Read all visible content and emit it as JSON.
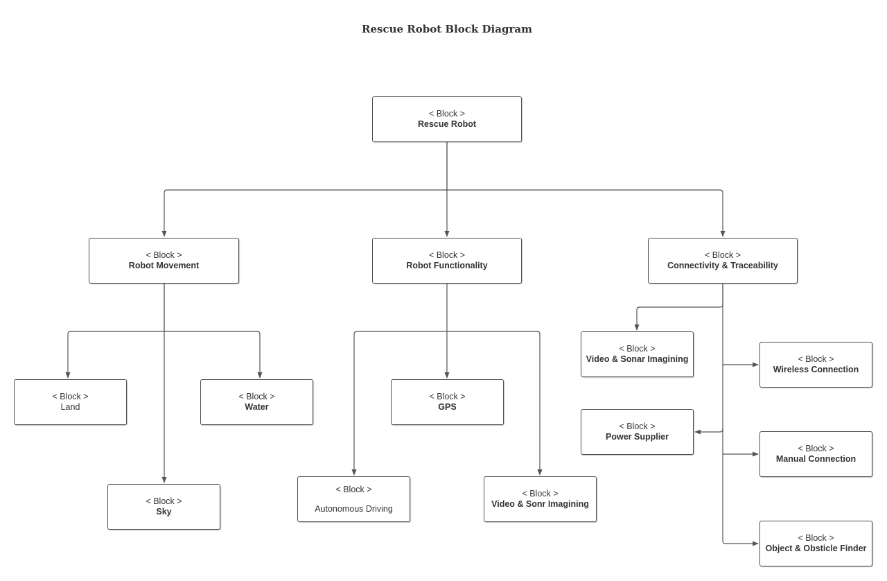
{
  "title": "Rescue Robot Block Diagram",
  "stereotype": "< Block >",
  "blocks": {
    "rescue_robot": "Rescue Robot",
    "robot_movement": "Robot Movement",
    "robot_functionality": "Robot Functionality",
    "connectivity": "Connectivity & Traceability",
    "land": "Land",
    "water": "Water",
    "sky": "Sky",
    "gps": "GPS",
    "autonomous_driving": "Autonomous Driving",
    "video_sonr": "Video & Sonr Imagining",
    "video_sonar": "Video & Sonar Imagining",
    "wireless": "Wireless Connection",
    "power_supplier": "Power Supplier",
    "manual": "Manual Connection",
    "object_finder": "Object & Obsticle Finder"
  },
  "edges": [
    {
      "from": "Rescue Robot",
      "to": "Robot Movement"
    },
    {
      "from": "Rescue Robot",
      "to": "Robot Functionality"
    },
    {
      "from": "Rescue Robot",
      "to": "Connectivity & Traceability"
    },
    {
      "from": "Robot Movement",
      "to": "Land"
    },
    {
      "from": "Robot Movement",
      "to": "Water"
    },
    {
      "from": "Robot Movement",
      "to": "Sky"
    },
    {
      "from": "Robot Functionality",
      "to": "GPS"
    },
    {
      "from": "Robot Functionality",
      "to": "Autonomous Driving"
    },
    {
      "from": "Robot Functionality",
      "to": "Video & Sonr Imagining"
    },
    {
      "from": "Connectivity & Traceability",
      "to": "Video & Sonar Imagining"
    },
    {
      "from": "Connectivity & Traceability",
      "to": "Wireless Connection"
    },
    {
      "from": "Connectivity & Traceability",
      "to": "Power Supplier"
    },
    {
      "from": "Connectivity & Traceability",
      "to": "Manual Connection"
    },
    {
      "from": "Connectivity & Traceability",
      "to": "Object & Obsticle Finder"
    }
  ]
}
